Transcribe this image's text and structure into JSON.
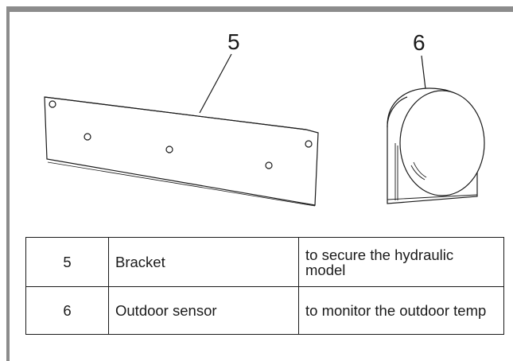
{
  "illustration": {
    "callouts": [
      {
        "label": "5",
        "part": "bracket"
      },
      {
        "label": "6",
        "part": "outdoor-sensor"
      }
    ]
  },
  "parts_table": {
    "rows": [
      {
        "number": "5",
        "name": "Bracket",
        "description": "to secure the hydraulic model"
      },
      {
        "number": "6",
        "name": "Outdoor sensor",
        "description": "to monitor the outdoor temp"
      }
    ]
  },
  "colors": {
    "frame": "#8c8c8c",
    "line": "#1a1a1a",
    "background": "#ffffff"
  }
}
